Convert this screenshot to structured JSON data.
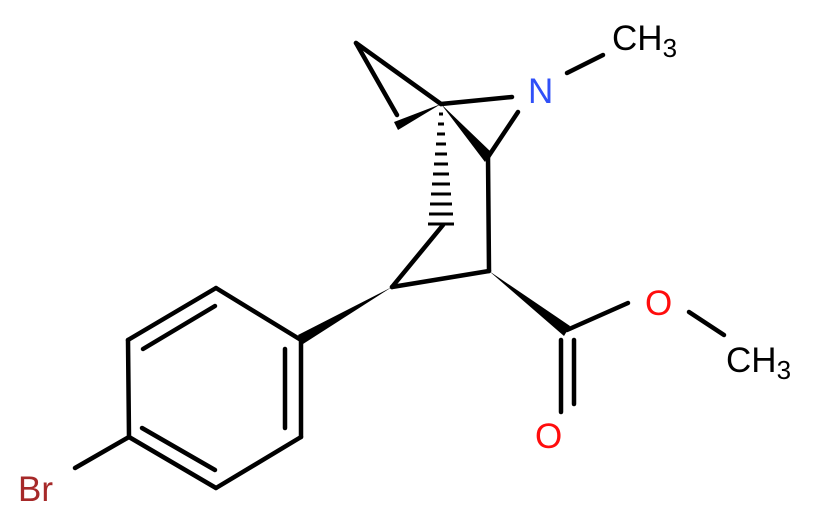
{
  "molecule": {
    "atoms": {
      "methyl_1": {
        "main": "CH",
        "sub": "3"
      },
      "nitrogen": {
        "main": "N"
      },
      "ester_oxygen": {
        "main": "O"
      },
      "methyl_2": {
        "main": "CH",
        "sub": "3"
      },
      "carbonyl_oxygen": {
        "main": "O"
      },
      "bromine": {
        "main": "Br"
      }
    },
    "colors": {
      "bond": "#000000",
      "nitrogen": "#3050F8",
      "oxygen": "#FF0D0D",
      "bromine": "#A62929",
      "carbon": "#000000"
    }
  }
}
